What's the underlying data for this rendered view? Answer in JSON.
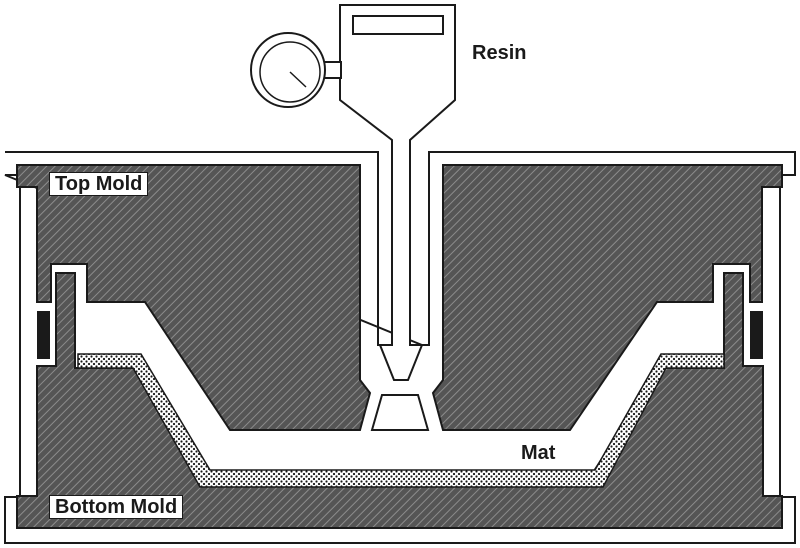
{
  "labels": {
    "resin": "Resin",
    "top_mold": "Top Mold",
    "bottom_mold": "Bottom Mold",
    "mat": "Mat"
  },
  "colors": {
    "outline": "#1a1a1a",
    "mold_fill": "#555555",
    "hatch": "#8c8c8c",
    "mat_fill": "#ffffff",
    "mat_dots": "#1a1a1a",
    "seal": "#1a1a1a",
    "background": "#ffffff"
  },
  "icons": {
    "gauge": "pressure-gauge-icon"
  }
}
